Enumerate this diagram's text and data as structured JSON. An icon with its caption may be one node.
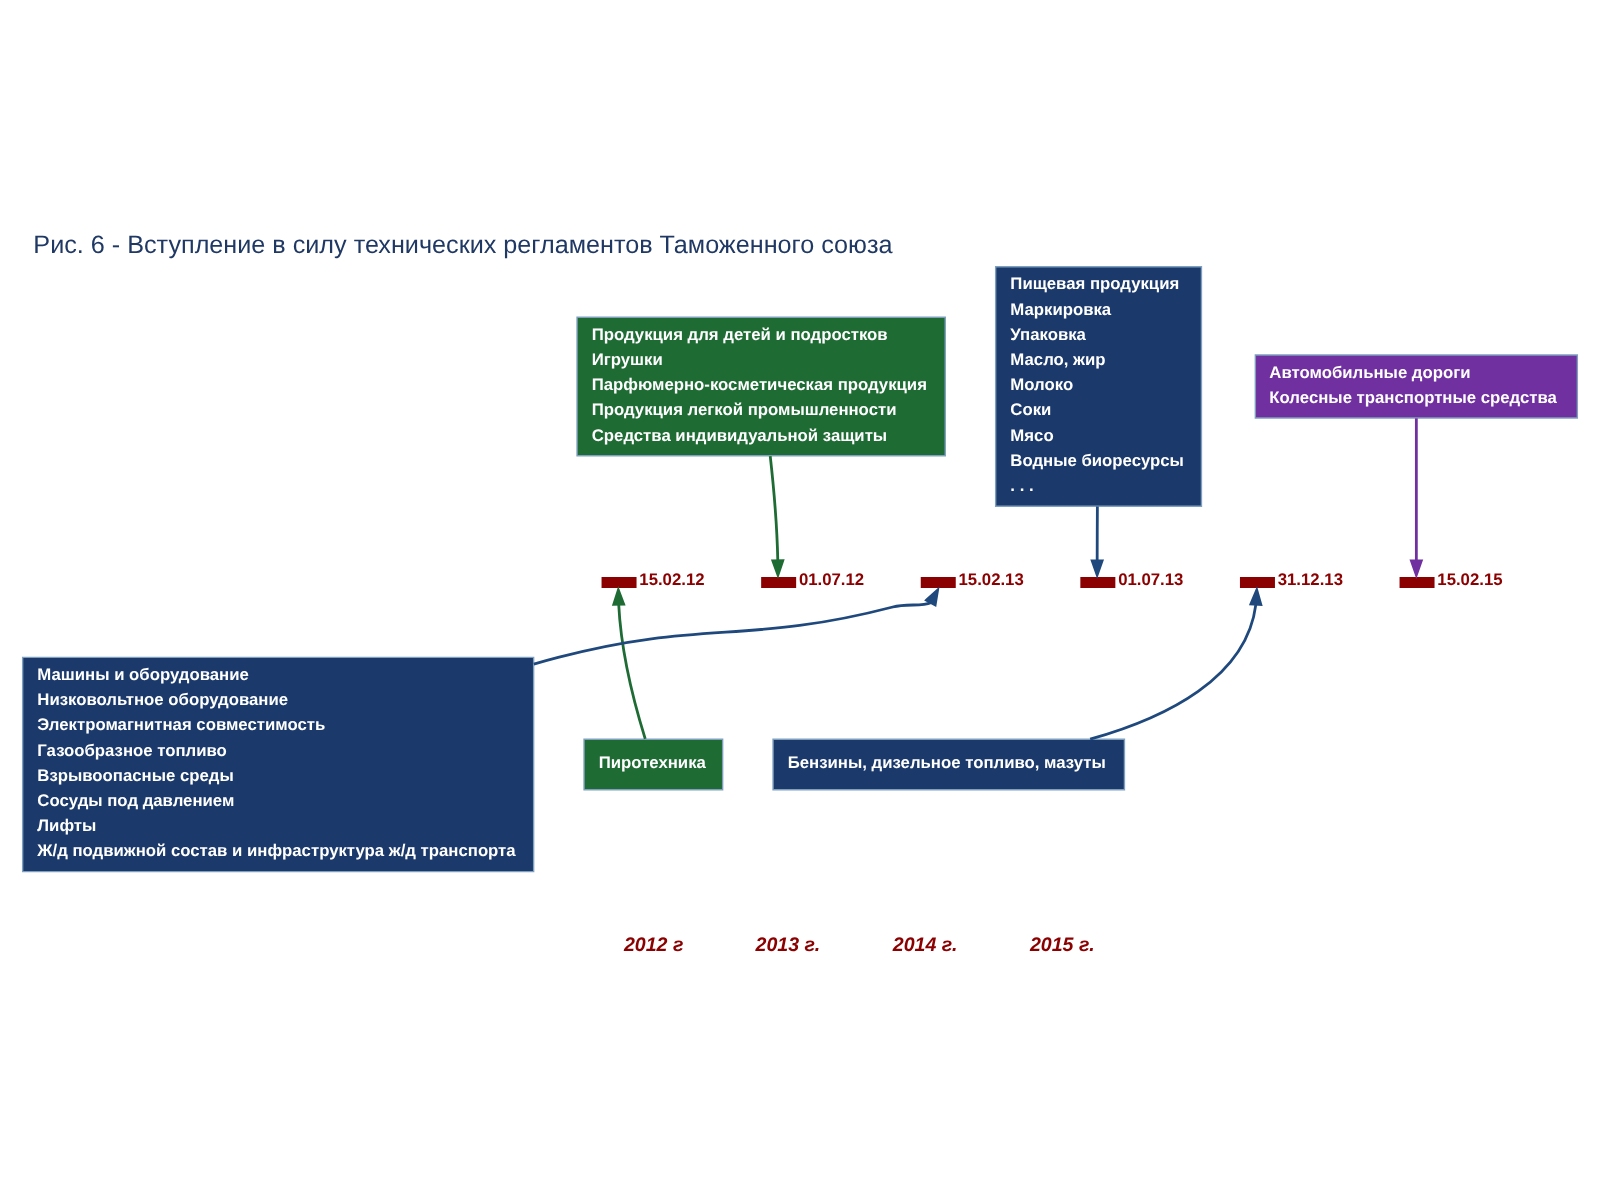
{
  "diagram": {
    "title": "Рис. 6 - Вступление в силу технических регламентов Таможенного союза",
    "nodes": [
      {
        "text": [
          "Продукция для детей и подростков",
          "Игрушки",
          "Парфюмерно-косметическая продукция",
          "Продукция легкой промышленности",
          "Средства индивидуальной защиты"
        ]
      },
      {
        "text": [
          "Пищевая продукция",
          "Маркировка",
          "Упаковка",
          "Масло, жир",
          "Молоко",
          "Соки",
          "Мясо",
          "Водные биоресурсы",
          ". . ."
        ]
      },
      {
        "text": [
          "Автомобильные дороги",
          "Колесные транспортные средства"
        ]
      },
      {
        "text": [],
        "shape": "bar",
        "beside": [
          "15.02.12"
        ]
      },
      {
        "text": [],
        "shape": "bar",
        "beside": [
          "01.07.12"
        ]
      },
      {
        "text": [],
        "shape": "bar",
        "beside": [
          "15.02.13"
        ]
      },
      {
        "text": [],
        "shape": "bar",
        "beside": [
          "01.07.13"
        ]
      },
      {
        "text": [],
        "shape": "bar",
        "beside": [
          "31.12.13"
        ]
      },
      {
        "text": [],
        "shape": "bar",
        "beside": [
          "15.02.15"
        ]
      },
      {
        "text": [
          "Пиротехника"
        ]
      },
      {
        "text": [
          "Машины и оборудование",
          "Низковольтное оборудование",
          "Электромагнитная совместимость",
          "Газообразное топливо",
          "Взрывоопасные среды",
          "Сосуды под давлением",
          "Лифты",
          "Ж/д подвижной состав и инфраструктура ж/д транспорта"
        ]
      },
      {
        "text": [
          "Бензины, дизельное топливо, мазуты"
        ]
      }
    ],
    "edges": [
      {
        "from": 0,
        "to": 4,
        "arrow": "to",
        "color": "#1e6b34"
      },
      {
        "from": 1,
        "to": 6,
        "arrow": "to"
      },
      {
        "from": 2,
        "to": 8,
        "arrow": "to",
        "color": "#7030a0"
      },
      {
        "from": 9,
        "to": 3,
        "arrow": "to",
        "color": "#1e6b34"
      },
      {
        "from": 10,
        "to": 5,
        "arrow": "to"
      },
      {
        "from": 11,
        "to": 7,
        "arrow": "to"
      }
    ],
    "labels": [
      "2012 г",
      "2013 г.",
      "2014 г.",
      "2015 г."
    ]
  }
}
